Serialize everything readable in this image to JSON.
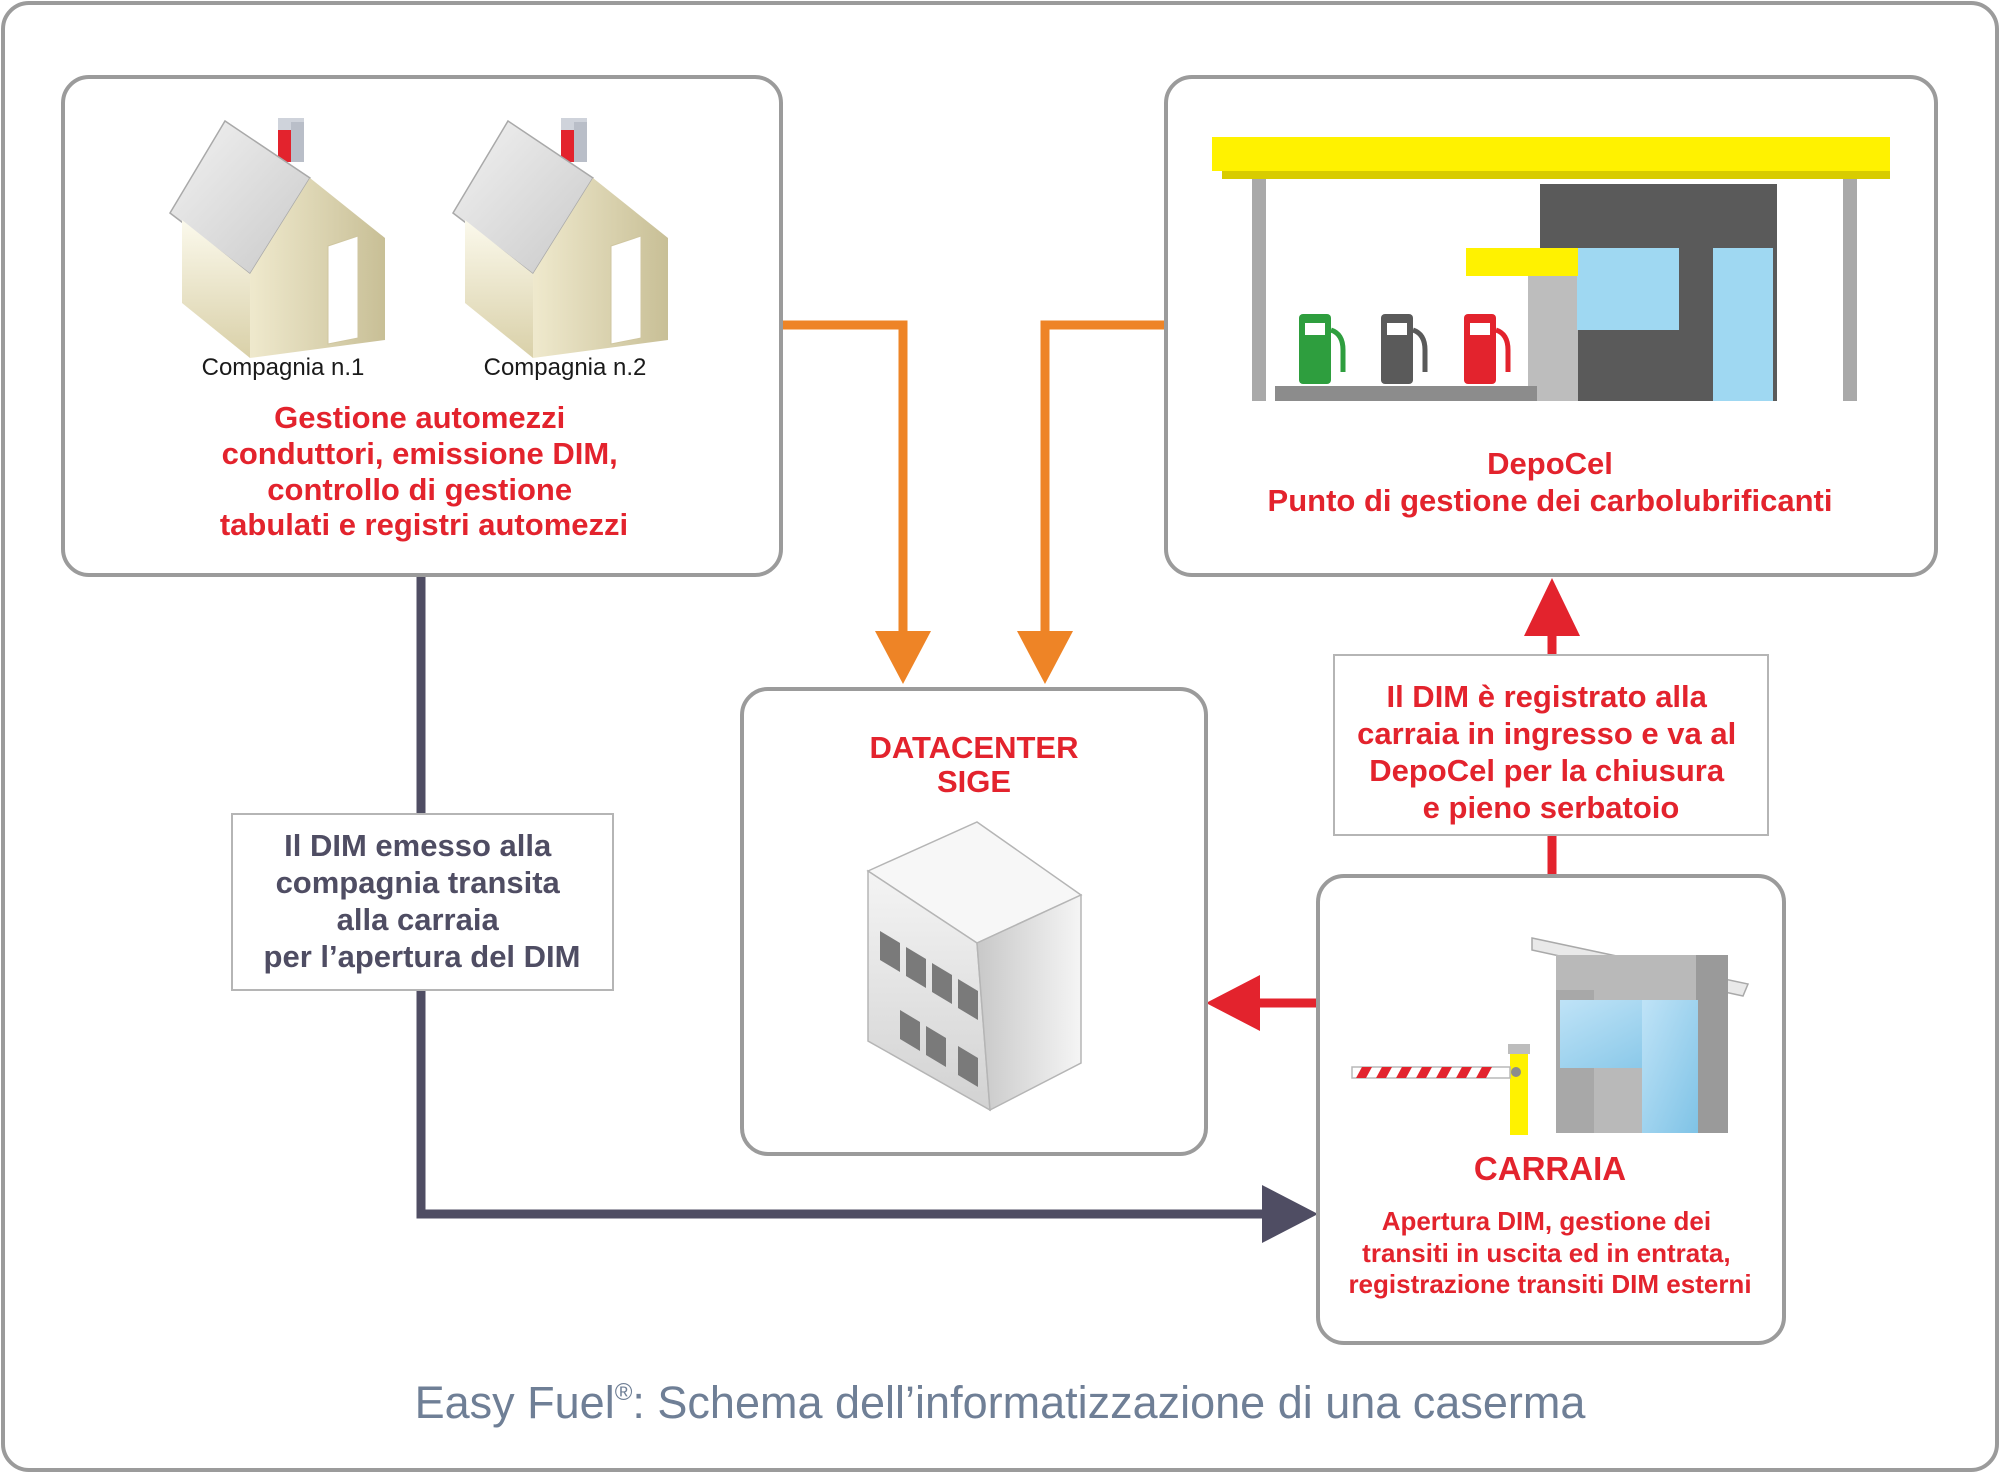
{
  "panels": {
    "companies": {
      "company1_label": "Compagnia n.1",
      "company2_label": "Compagnia n.2",
      "description": [
        "Gestione automezzi",
        "conduttori, emissione DIM,",
        "controllo di gestione",
        "tabulati e registri automezzi"
      ]
    },
    "depocel": {
      "title": "DepoCel",
      "subtitle": "Punto di gestione dei carbolubrificanti"
    },
    "datacenter": {
      "title_line1": "DATACENTER",
      "title_line2": "SIGE"
    },
    "carraia": {
      "title": "CARRAIA",
      "description": [
        "Apertura DIM, gestione dei",
        "transiti in uscita ed in entrata,",
        "registrazione transiti DIM esterni"
      ]
    }
  },
  "notes": {
    "dim_issued": [
      "Il DIM emesso alla",
      "compagnia transita",
      "alla carraia",
      "per l’apertura del DIM"
    ],
    "dim_registered": [
      "Il DIM è registrato alla",
      "carraia in ingresso e va al",
      "DepoCel per la chiusura",
      "e pieno serbatoio"
    ]
  },
  "caption": {
    "brand": "Easy Fuel",
    "registered_mark": "®",
    "text": ": Schema dell’informatizzazione di una caserma"
  },
  "colors": {
    "red": "#e3232d",
    "orange": "#ee8426",
    "dark_gray": "#4f4d63",
    "panel_border": "#9b9b9b",
    "caption": "#6f7f96",
    "canopy_yellow": "#fff200"
  },
  "icons": [
    "house-icon",
    "fuel-station-icon",
    "office-building-icon",
    "gatehouse-icon",
    "barrier-icon",
    "fuel-pump-icon"
  ]
}
